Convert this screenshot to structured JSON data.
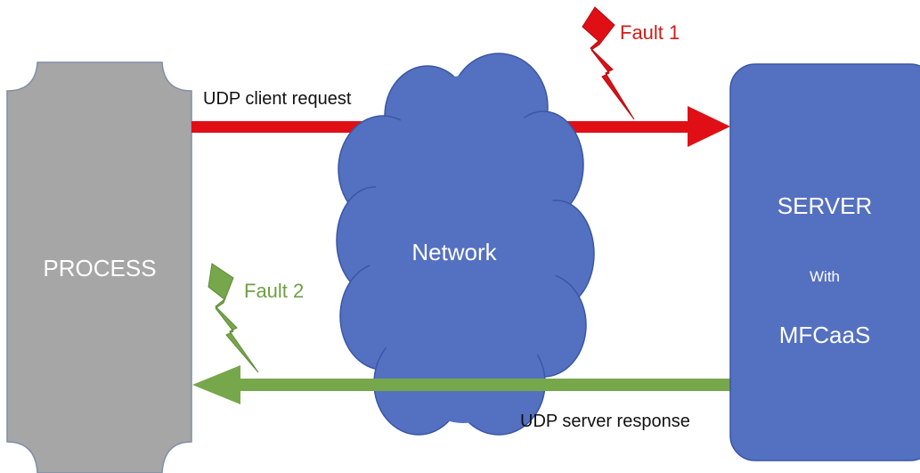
{
  "process": {
    "label": "PROCESS"
  },
  "network": {
    "label": "Network"
  },
  "server": {
    "title": "SERVER",
    "with_label": "With",
    "subtitle": "MFCaaS"
  },
  "request": {
    "label": "UDP client request"
  },
  "response": {
    "label": "UDP server response"
  },
  "faults": [
    {
      "label": "Fault 1"
    },
    {
      "label": "Fault 2"
    }
  ],
  "colors": {
    "process_fill": "#a6a6a6",
    "process_stroke": "#7f8ea8",
    "network_fill": "#5470c1",
    "network_stroke": "#3a56a4",
    "server_fill": "#5470c1",
    "server_stroke": "#3a56a4",
    "request_arrow": "#e00f16",
    "response_arrow": "#77a74b",
    "fault1_bolt": "#e00f16",
    "fault1_text": "#cc1f1a",
    "fault2_bolt": "#77a74b",
    "fault2_text": "#6f9f45"
  }
}
